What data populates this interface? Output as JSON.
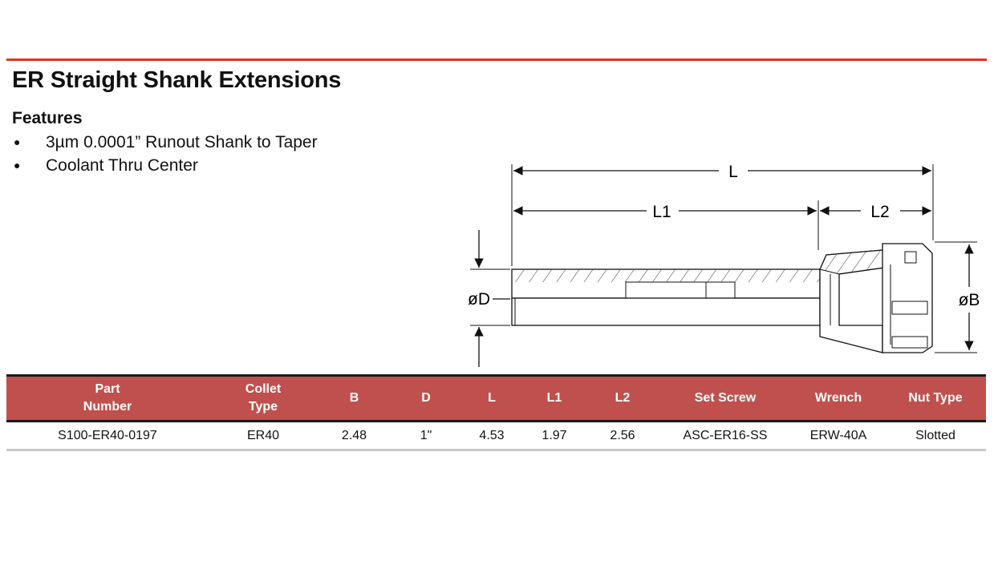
{
  "header": {
    "title": "ER Straight Shank Extensions"
  },
  "features": {
    "heading": "Features",
    "items": [
      "3µm 0.0001” Runout Shank to Taper",
      "Coolant Thru Center"
    ]
  },
  "drawing": {
    "labels": {
      "L": "L",
      "L1": "L1",
      "L2": "L2",
      "D": "øD",
      "B": "øB"
    }
  },
  "table": {
    "headers": [
      "Part\nNumber",
      "Collet\nType",
      "B",
      "D",
      "L",
      "L1",
      "L2",
      "Set Screw",
      "Wrench",
      "Nut Type"
    ],
    "rows": [
      [
        "S100-ER40-0197",
        "ER40",
        "2.48",
        "1\"",
        "4.53",
        "1.97",
        "2.56",
        "ASC-ER16-SS",
        "ERW-40A",
        "Slotted"
      ]
    ]
  },
  "colors": {
    "accent_rule": "#e0341e",
    "table_header_bg": "#c0504d",
    "table_header_text": "#ffffff"
  }
}
